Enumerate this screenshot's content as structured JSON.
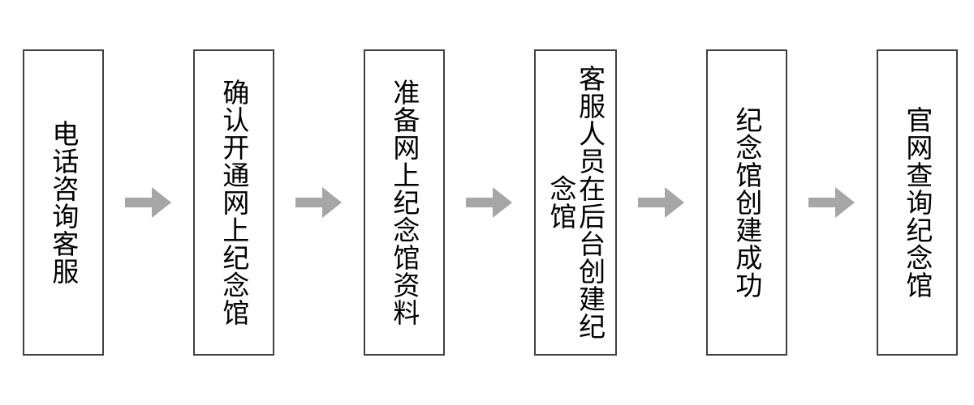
{
  "diagram": {
    "type": "flowchart",
    "orientation": "horizontal-left-to-right",
    "background_color": "#ffffff",
    "node_border_color": "#404040",
    "node_fill_color": "#ffffff",
    "text_color": "#000000",
    "arrow_color": "#a6a6a6",
    "text_direction": "vertical-rl",
    "nodes": [
      {
        "id": "step-1",
        "label": "电话咨询客服"
      },
      {
        "id": "step-2",
        "label": "确认开通网上纪念馆"
      },
      {
        "id": "step-3",
        "label": "准备网上纪念馆资料"
      },
      {
        "id": "step-4",
        "label": "客服人员在后台创建纪念馆"
      },
      {
        "id": "step-5",
        "label": "纪念馆创建成功"
      },
      {
        "id": "step-6",
        "label": "官网查询纪念馆"
      }
    ],
    "connectors": [
      {
        "id": "arrow-1",
        "from": "step-1",
        "to": "step-2",
        "shape": "block-arrow-right"
      },
      {
        "id": "arrow-2",
        "from": "step-2",
        "to": "step-3",
        "shape": "block-arrow-right"
      },
      {
        "id": "arrow-3",
        "from": "step-3",
        "to": "step-4",
        "shape": "block-arrow-right"
      },
      {
        "id": "arrow-4",
        "from": "step-4",
        "to": "step-5",
        "shape": "block-arrow-right"
      },
      {
        "id": "arrow-5",
        "from": "step-5",
        "to": "step-6",
        "shape": "block-arrow-right"
      }
    ]
  }
}
